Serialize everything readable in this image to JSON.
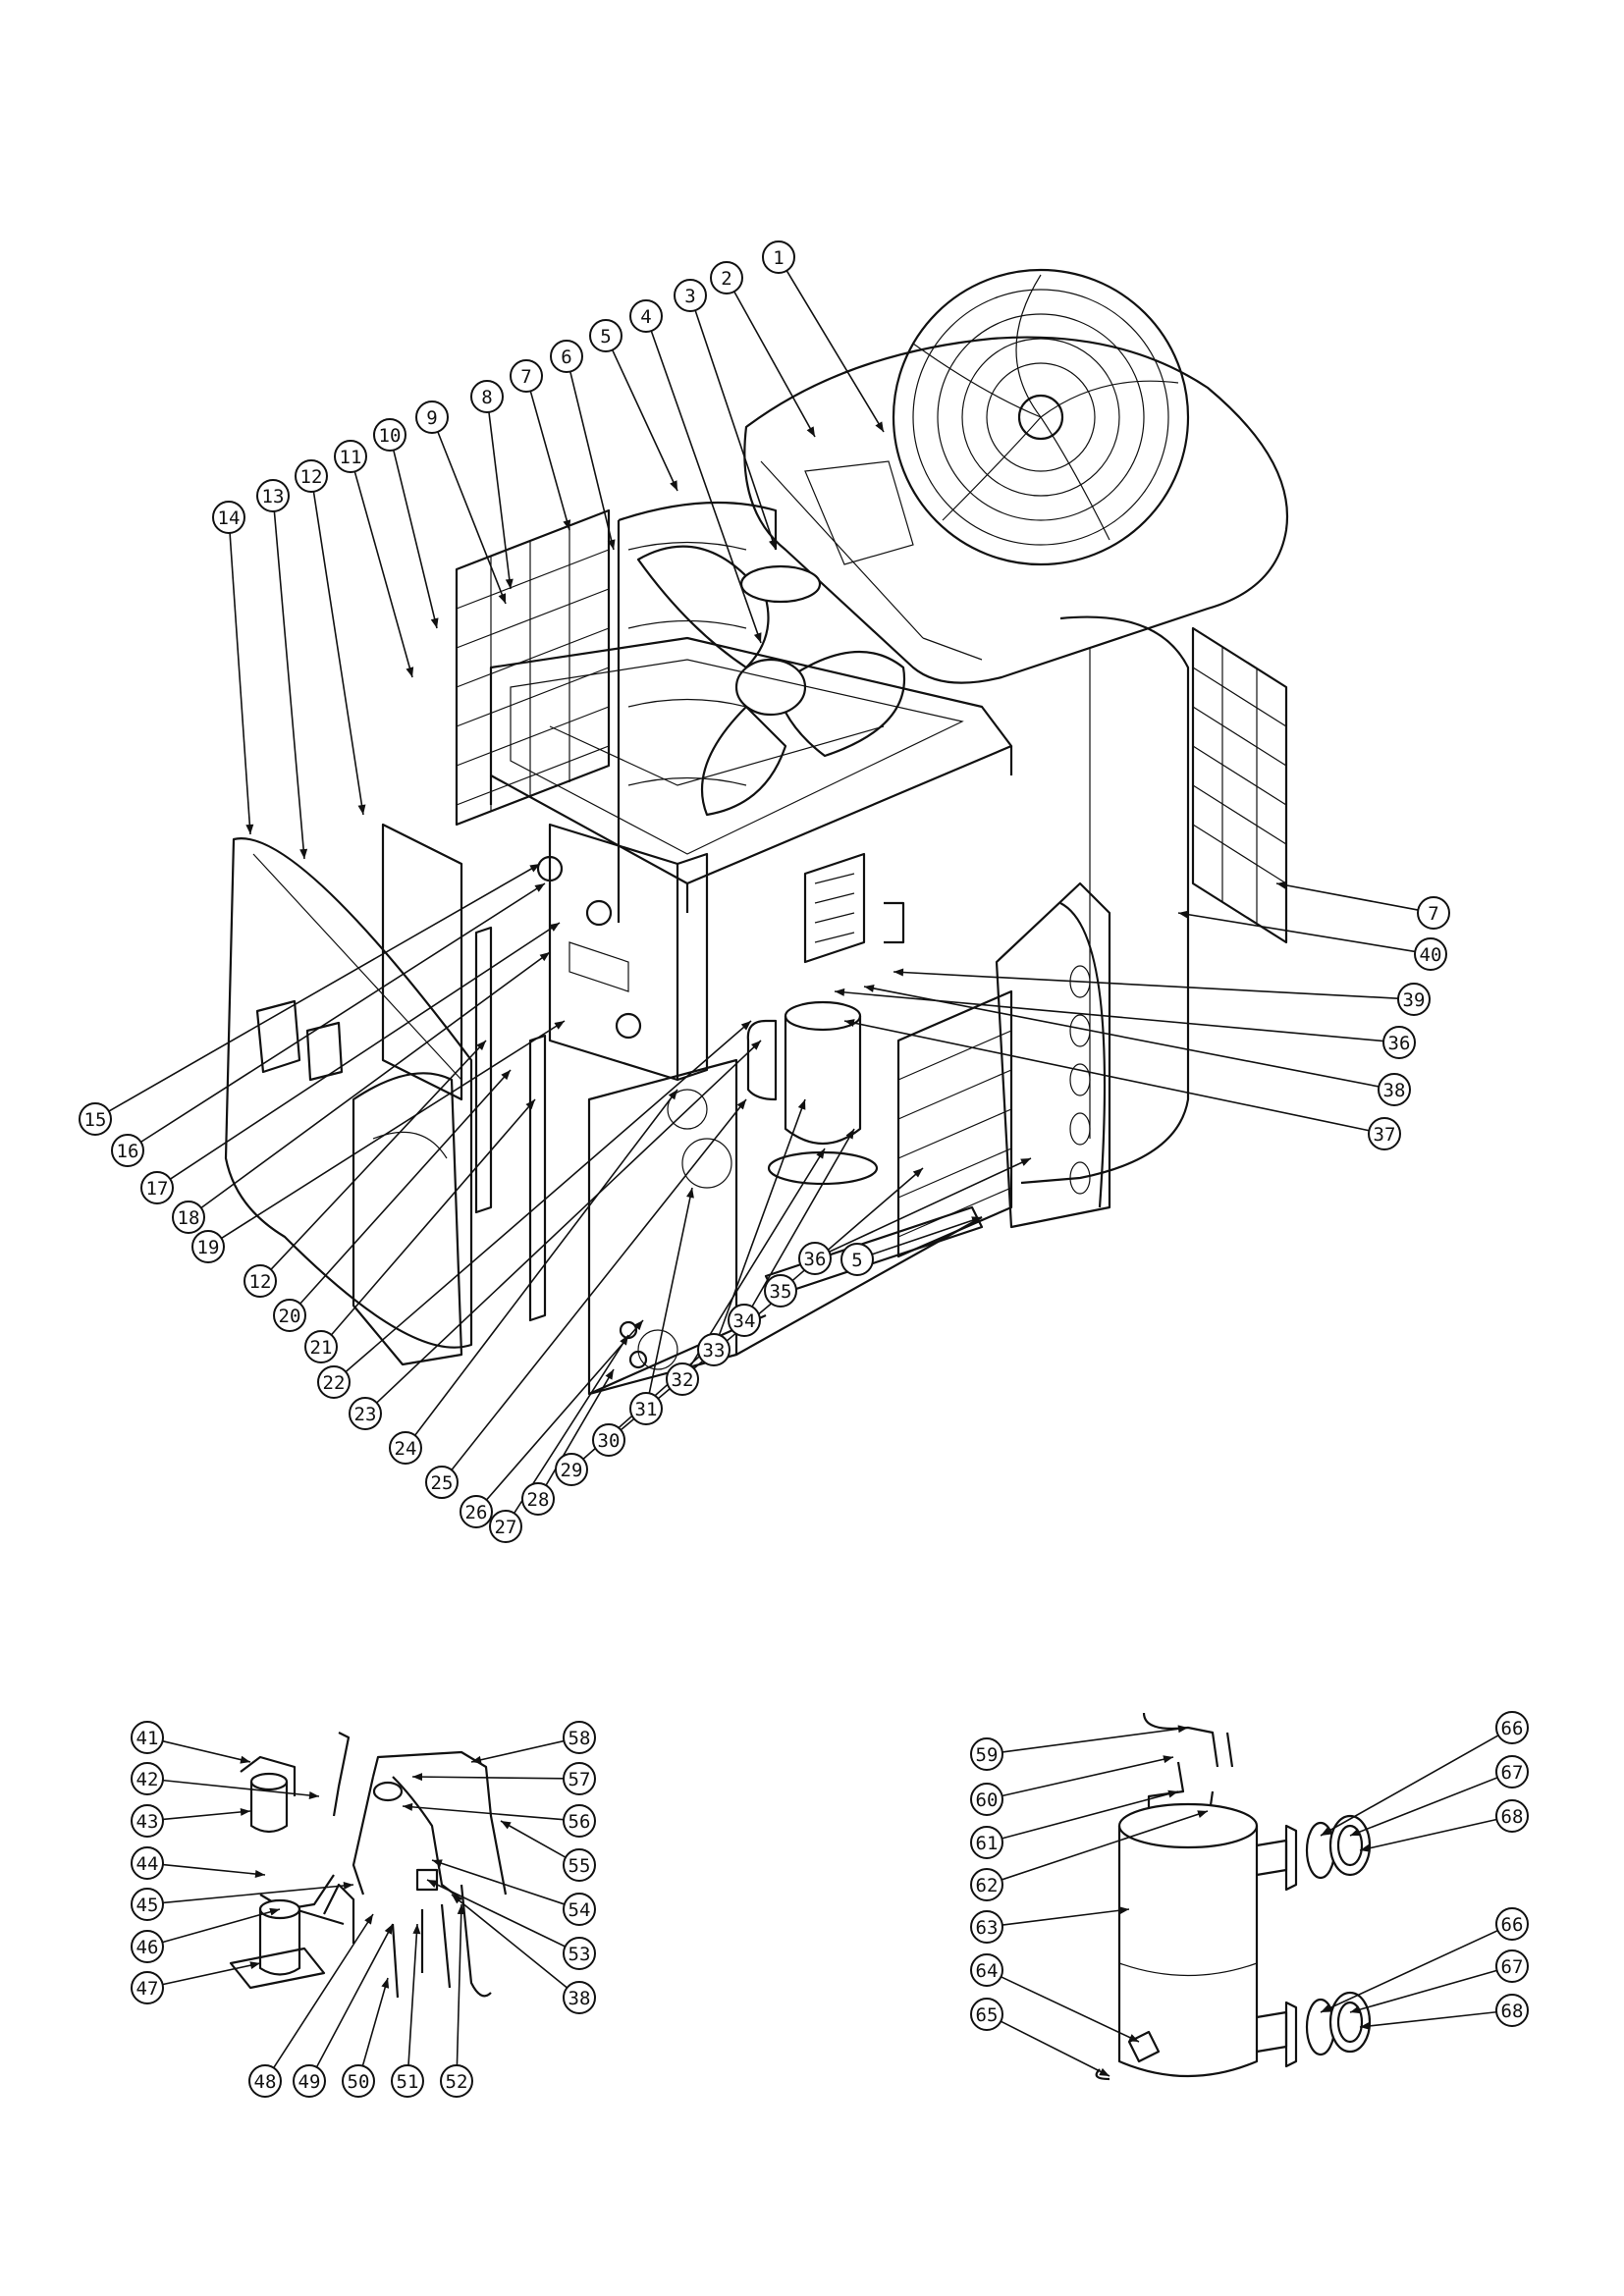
{
  "diagram": {
    "main_assembly": {
      "callouts": [
        "1",
        "2",
        "3",
        "4",
        "5",
        "6",
        "7",
        "8",
        "9",
        "10",
        "11",
        "12",
        "13",
        "14",
        "15",
        "16",
        "17",
        "18",
        "19",
        "12",
        "20",
        "21",
        "22",
        "23",
        "24",
        "25",
        "26",
        "27",
        "28",
        "29",
        "30",
        "31",
        "32",
        "33",
        "34",
        "35",
        "36",
        "5",
        "7",
        "40",
        "39",
        "36",
        "38",
        "37"
      ]
    },
    "refrigerant_circuit": {
      "callouts": [
        "41",
        "42",
        "43",
        "44",
        "45",
        "46",
        "47",
        "48",
        "49",
        "50",
        "51",
        "52",
        "38",
        "53",
        "54",
        "55",
        "56",
        "57",
        "58"
      ]
    },
    "heat_exchanger": {
      "callouts": [
        "59",
        "60",
        "61",
        "62",
        "63",
        "64",
        "65",
        "66",
        "67",
        "68",
        "66",
        "67",
        "68"
      ]
    },
    "colors": {
      "line": "#111111",
      "background": "#ffffff"
    }
  }
}
